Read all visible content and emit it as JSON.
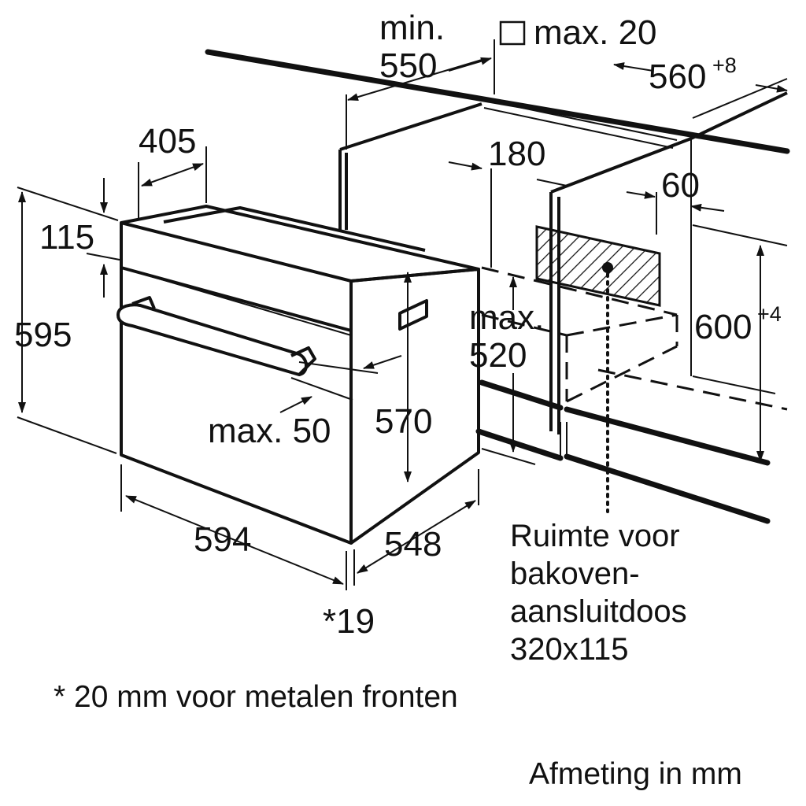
{
  "dimensions": {
    "cabinet_depth_label": "min.",
    "cabinet_depth_value": "550",
    "gap_label": "max. 20",
    "niche_width_value": "560",
    "niche_width_tolerance": "+8",
    "handle_offset": "405",
    "top_gap": "115",
    "overall_height": "595",
    "rear_gap": "180",
    "side_gap": "60",
    "niche_height_value": "600",
    "niche_height_tolerance": "+4",
    "max_depth_label": "max.",
    "max_depth_value": "520",
    "front_protrusion": "max. 50",
    "body_height": "570",
    "width": "594",
    "depth": "548",
    "front_thickness": "*19"
  },
  "notes": {
    "socket_line1": "Ruimte voor",
    "socket_line2": "bakoven-",
    "socket_line3": "aansluitdoos",
    "socket_line4": "320x115",
    "footnote": "* 20 mm voor metalen fronten",
    "units": "Afmeting in mm"
  }
}
